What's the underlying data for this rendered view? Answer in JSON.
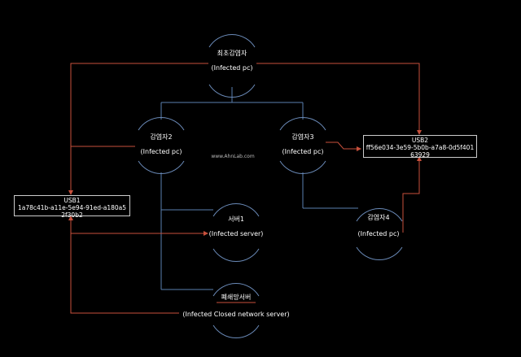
{
  "nodes": {
    "first": {
      "title": "최초감염자",
      "subtitle": "(Infected pc)"
    },
    "infected2": {
      "title": "감염자2",
      "subtitle": "(Infected pc)"
    },
    "infected3": {
      "title": "감염자3",
      "subtitle": "(Infected pc)"
    },
    "infected4": {
      "title": "감염자4",
      "subtitle": "(Infected pc)"
    },
    "server1": {
      "title": "서버1",
      "subtitle": "(Infected server)"
    },
    "closed": {
      "title": "폐쇄망서버",
      "subtitle": "(Infected Closed network server)"
    }
  },
  "usb1": {
    "title": "USB1",
    "id": "1a78c41b-a11e-5e94-91ed-a180a52f30b2"
  },
  "usb2": {
    "title": "USB2",
    "id": "ff56e034-3e59-5b0b-a7a8-0d5f40163929"
  },
  "watermark": "www.AhnLab.com",
  "colors": {
    "wire_blue": "#5a7fb0",
    "wire_red": "#c8503c",
    "arc": "#6a8ab8",
    "background": "#000000"
  }
}
